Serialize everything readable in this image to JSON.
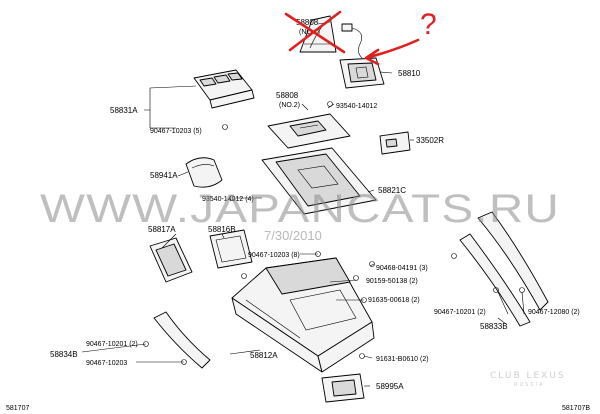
{
  "diagram": {
    "labels": {
      "p58808_top": "58808",
      "p58808_top_no": "(NO.1)",
      "p58810": "58810",
      "p58831a": "58831A",
      "p90467_10203_s5": "90467-10203 (5)",
      "p58808_mid": "58808",
      "p58808_mid_no": "(NO.2)",
      "p93540_14012_a": "93540-14012",
      "p33502r": "33502R",
      "p58941a": "58941A",
      "p93540_14012_b": "93540-14012 (4)",
      "p58821c": "58821C",
      "p58817a": "58817A",
      "p58816b": "58816B",
      "p90467_10203_a": "90467-10203 (8)",
      "p90468_04191": "90468-04191 (3)",
      "p90159_50138": "90159-50138 (2)",
      "p91635_00618": "91635-00618 (2)",
      "p90467_10201_b": "90467-10201 (2)",
      "p90467_12080": "90467-12080 (2)",
      "p58833b": "58833B",
      "p90467_10201_a": "90467-10201 (2)",
      "p58834b": "58834B",
      "p90467_10203_b": "90467-10203",
      "p58812a": "58812A",
      "p91631_b0610": "91631-B0610 (2)",
      "p58995a": "58995A",
      "corner_left": "581707",
      "corner_right": "581707B"
    },
    "annotation_mark": "?",
    "watermark": "WWW.JAPANCATS.RU",
    "date_stamp": "7/30/2010",
    "logo_text": "CLUB LEXUS",
    "logo_subtext": "RUSSIA"
  }
}
